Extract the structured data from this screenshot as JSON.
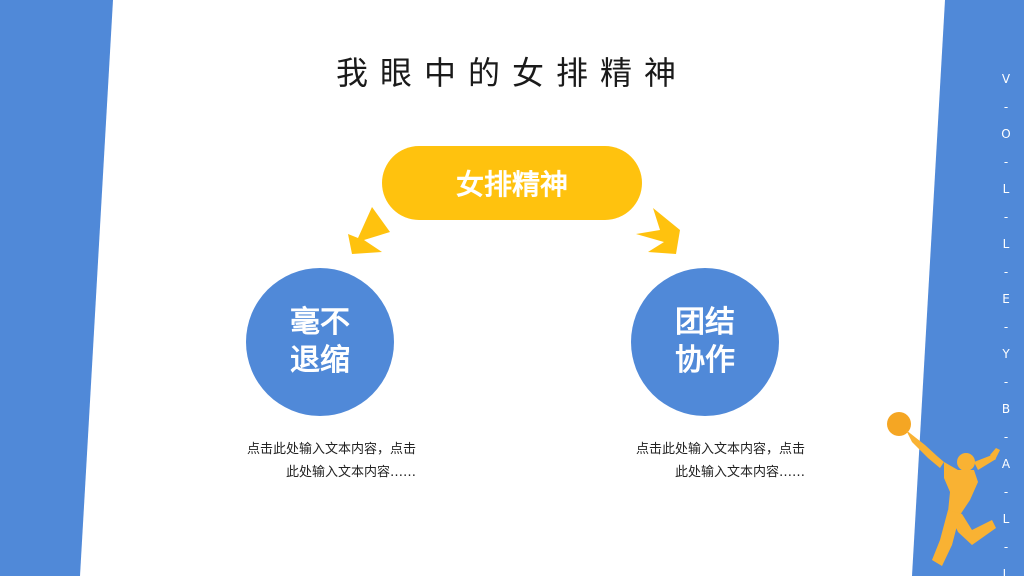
{
  "title": "我眼中的女排精神",
  "center_label": "女排精神",
  "left_circle": {
    "line1": "毫不",
    "line2": "退缩"
  },
  "right_circle": {
    "line1": "团结",
    "line2": "协作"
  },
  "left_desc": {
    "line1": "点击此处输入文本内容，点击",
    "line2": "此处输入文本内容……"
  },
  "right_desc": {
    "line1": "点击此处输入文本内容，点击",
    "line2": "此处输入文本内容……"
  },
  "side_text": [
    "V",
    "-",
    "O",
    "-",
    "L",
    "-",
    "L",
    "-",
    "E",
    "-",
    "Y",
    "-",
    "B",
    "-",
    "A",
    "-",
    "L",
    "-",
    "L"
  ],
  "colors": {
    "blue": "#5089d8",
    "yellow": "#ffc20e",
    "player": "#f9b233",
    "ball": "#f5a623"
  },
  "icons": {
    "left_arrow": "arrow-down-left-icon",
    "right_arrow": "arrow-down-right-icon",
    "player": "volleyball-player-icon"
  }
}
